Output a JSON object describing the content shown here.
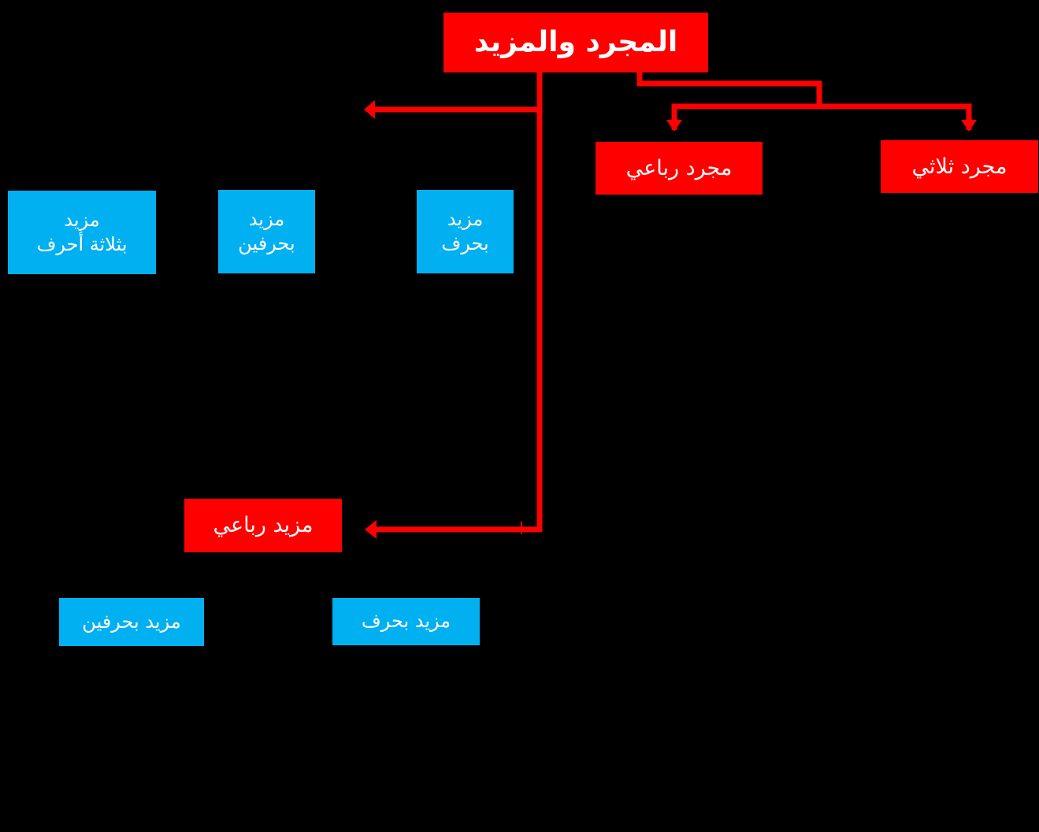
{
  "colors": {
    "background": "#000000",
    "primary_node": "#ff0000",
    "secondary_node": "#00b0f0",
    "connector": "#ff0000",
    "text": "#ffffff"
  },
  "diagram": {
    "root": {
      "label": "المجرد والمزيد"
    },
    "mujarrad": {
      "thulathi": {
        "label": "مجرد ثلاثي"
      },
      "rubai": {
        "label": "مجرد رباعي"
      }
    },
    "mazid_thulathi": {
      "children": [
        {
          "lines": [
            "مزيد",
            "بحرف"
          ]
        },
        {
          "lines": [
            "مزيد",
            "بحرفين"
          ]
        },
        {
          "lines": [
            "مزيد",
            "بثلاثة أحرف"
          ]
        }
      ]
    },
    "mazid_rubai": {
      "label": "مزيد رباعي",
      "children": [
        {
          "label": "مزيد بحرف"
        },
        {
          "label": "مزيد بحرفين"
        }
      ]
    }
  }
}
